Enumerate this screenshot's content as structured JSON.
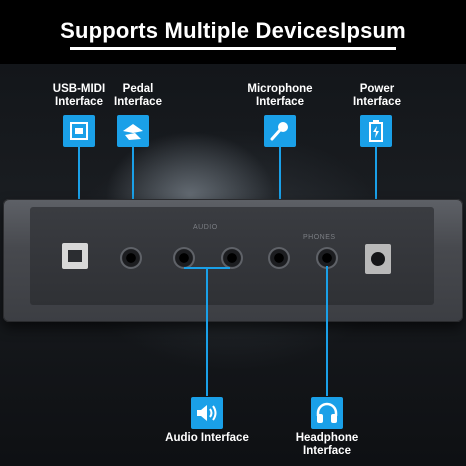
{
  "title": "Supports Multiple DevicesIpsum",
  "top_labels": {
    "usb_midi": [
      "USB-MIDI",
      "Interface"
    ],
    "pedal": [
      "Pedal",
      "Interface"
    ],
    "microphone": [
      "Microphone",
      "Interface"
    ],
    "power": [
      "Power",
      "Interface"
    ]
  },
  "bottom_labels": {
    "audio": [
      "Audio Interface"
    ],
    "headphone": [
      "Headphone",
      "Interface"
    ]
  },
  "panel_text": {
    "audio_out": "AUDIO",
    "headphones": "PHONES"
  },
  "icons": [
    "usb-icon",
    "pedal-icon",
    "microphone-icon",
    "battery-icon",
    "speaker-icon",
    "headphone-icon"
  ],
  "colors": {
    "accent": "#1aa0e8",
    "title_bg": "#000000",
    "text": "#ffffff"
  }
}
